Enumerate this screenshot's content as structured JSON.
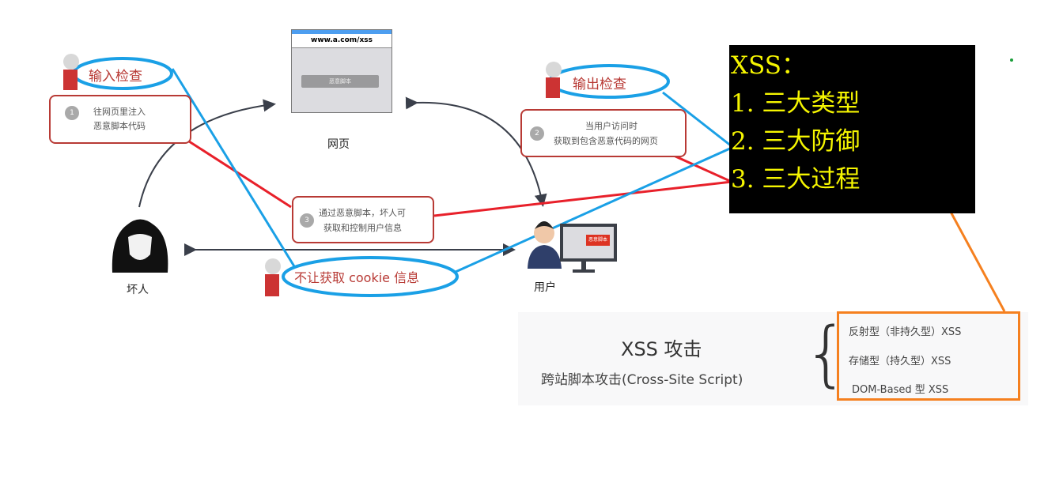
{
  "browser": {
    "url": "www.a.com/xss",
    "script_button": "恶意脚本"
  },
  "webpage_label": "网页",
  "hacker_label": "坏人",
  "user_label": "用户",
  "user_screen_label": "恶意脚本",
  "steps": [
    {
      "num": "1",
      "line1": "往网页里注入",
      "line2": "恶意脚本代码"
    },
    {
      "num": "2",
      "line1": "当用户访问时",
      "line2": "获取到包含恶意代码的网页"
    },
    {
      "num": "3",
      "line1": "通过恶意脚本，坏人可",
      "line2": "获取和控制用户信息"
    }
  ],
  "defenses": {
    "input": "输入检查",
    "output": "输出检查",
    "cookie": "不让获取 cookie 信息"
  },
  "summary": {
    "title": "XSS：",
    "items": [
      "1. 三大类型",
      "2. 三大防御",
      "3. 三大过程"
    ]
  },
  "xss": {
    "title": "XSS 攻击",
    "subtitle": "跨站脚本攻击(Cross-Site Script)",
    "types": [
      "反射型（非持久型）XSS",
      "存储型（持久型）XSS",
      "DOM-Based 型 XSS"
    ]
  },
  "colors": {
    "blue": "#1aa0e6",
    "red": "#e8202a",
    "orange": "#f5801f",
    "yellow": "#f5f500"
  }
}
